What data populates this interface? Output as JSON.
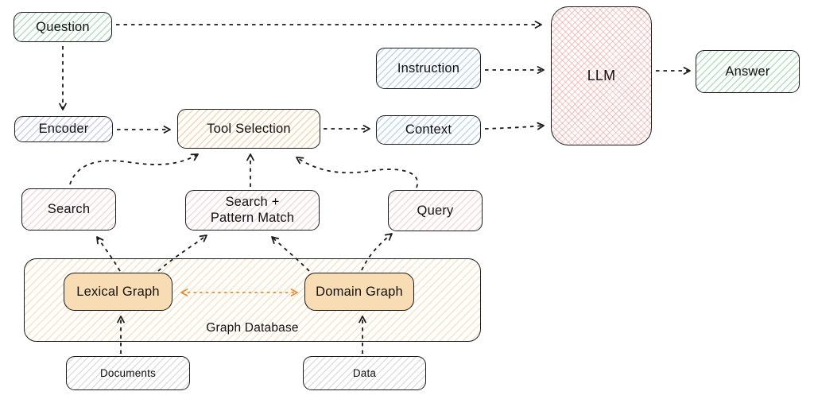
{
  "diagram": {
    "nodes": {
      "question": {
        "label": "Question"
      },
      "encoder": {
        "label": "Encoder"
      },
      "tool_selection": {
        "label": "Tool Selection"
      },
      "instruction": {
        "label": "Instruction"
      },
      "context": {
        "label": "Context"
      },
      "llm": {
        "label": "LLM"
      },
      "answer": {
        "label": "Answer"
      },
      "search": {
        "label": "Search"
      },
      "search_pattern_match": {
        "label": "Search + Pattern Match",
        "line1": "Search +",
        "line2": "Pattern Match"
      },
      "query": {
        "label": "Query"
      },
      "graph_database": {
        "label": "Graph Database"
      },
      "lexical_graph": {
        "label": "Lexical Graph"
      },
      "domain_graph": {
        "label": "Domain Graph"
      },
      "documents": {
        "label": "Documents"
      },
      "data": {
        "label": "Data"
      }
    },
    "edges": [
      {
        "from": "Question",
        "to": "LLM",
        "style": "dashed"
      },
      {
        "from": "Question",
        "to": "Encoder",
        "style": "dashed"
      },
      {
        "from": "Encoder",
        "to": "Tool Selection",
        "style": "dashed"
      },
      {
        "from": "Tool Selection",
        "to": "Context",
        "style": "dashed"
      },
      {
        "from": "Instruction",
        "to": "LLM",
        "style": "dashed"
      },
      {
        "from": "Context",
        "to": "LLM",
        "style": "dashed"
      },
      {
        "from": "LLM",
        "to": "Answer",
        "style": "dashed"
      },
      {
        "from": "Search",
        "to": "Tool Selection",
        "style": "dashed-curved"
      },
      {
        "from": "Search + Pattern Match",
        "to": "Tool Selection",
        "style": "dashed"
      },
      {
        "from": "Query",
        "to": "Tool Selection",
        "style": "dashed-curved"
      },
      {
        "from": "Lexical Graph",
        "to": "Search",
        "style": "dashed"
      },
      {
        "from": "Lexical Graph",
        "to": "Search + Pattern Match",
        "style": "dashed"
      },
      {
        "from": "Domain Graph",
        "to": "Search + Pattern Match",
        "style": "dashed"
      },
      {
        "from": "Domain Graph",
        "to": "Query",
        "style": "dashed"
      },
      {
        "from": "Lexical Graph",
        "to": "Domain Graph",
        "style": "dashed-bidirectional-orange"
      },
      {
        "from": "Documents",
        "to": "Lexical Graph",
        "style": "dashed"
      },
      {
        "from": "Data",
        "to": "Domain Graph",
        "style": "dashed"
      }
    ],
    "colors": {
      "stroke": "#1c1c1c",
      "green_hatch": "#a9dcb5",
      "lavender_hatch": "#c5c1eb",
      "orange_hatch": "#f5c48c",
      "blue_hatch": "#b4d5f2",
      "pink_crosshatch": "#f5bfba",
      "rose_hatch": "#f3cad0",
      "tan_hatch": "#f6d3a4",
      "tan_solid": "#f8dcb3",
      "gray_hatch": "#dcdcdc",
      "orange_arrow": "#e8912f"
    }
  }
}
